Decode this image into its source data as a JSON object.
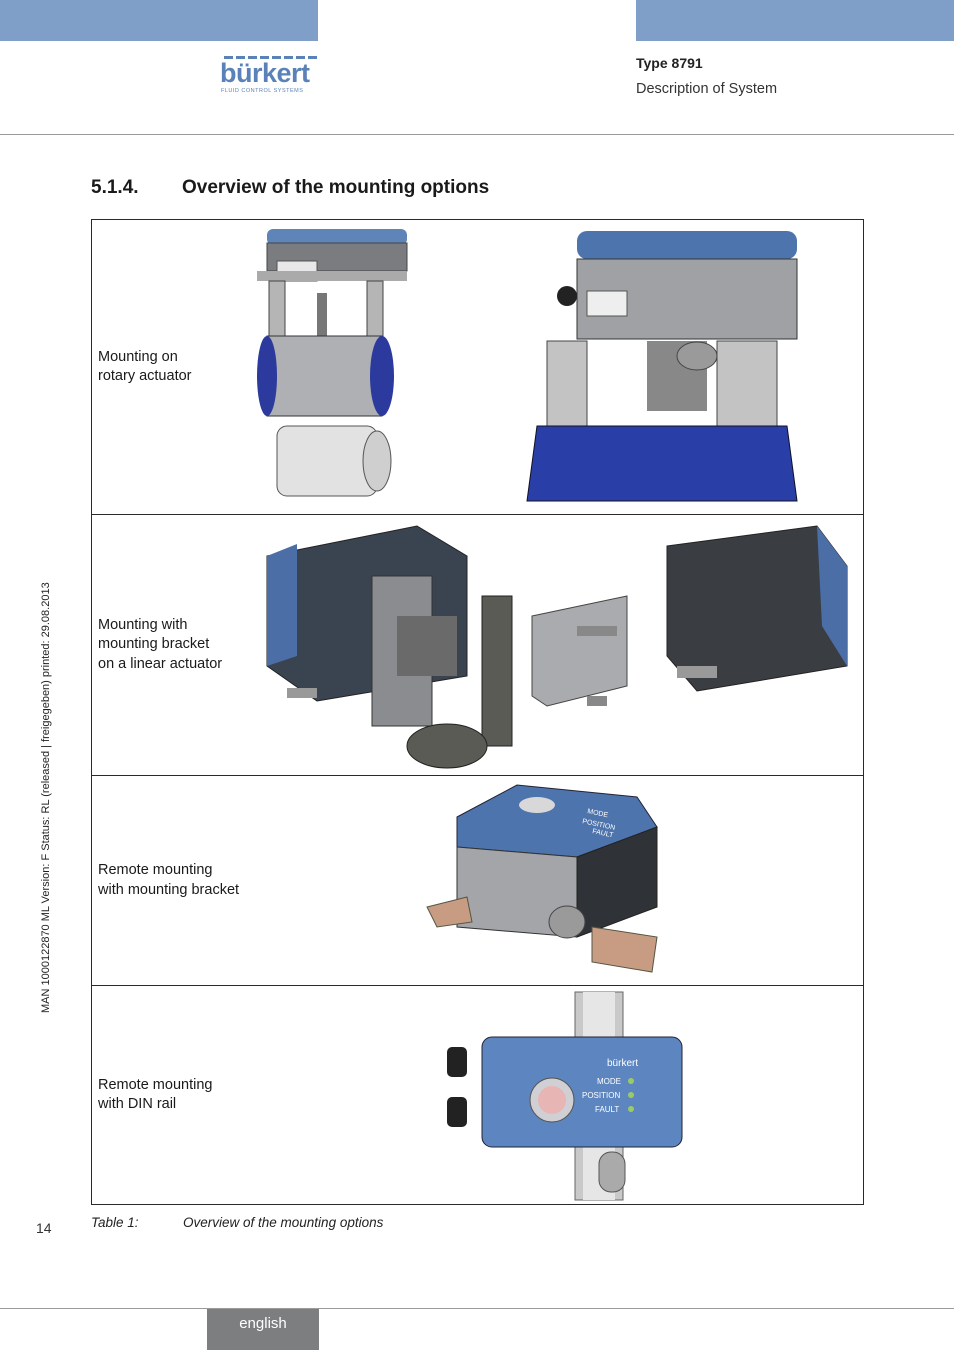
{
  "header": {
    "brand": "bürkert",
    "brand_tagline": "FLUID CONTROL SYSTEMS",
    "doc_type": "Type 8791",
    "doc_subtitle": "Description of System",
    "accent_color": "#7f9ec8"
  },
  "section": {
    "number": "5.1.4.",
    "title": "Overview of the mounting options"
  },
  "table": {
    "rows": [
      {
        "lines": [
          "Mounting on",
          "rotary actuator"
        ]
      },
      {
        "lines": [
          "Mounting with",
          "mounting bracket",
          "on a linear actuator"
        ]
      },
      {
        "lines": [
          "Remote mounting",
          "with mounting bracket"
        ]
      },
      {
        "lines": [
          "Remote mounting",
          "with DIN rail"
        ]
      }
    ],
    "caption_number": "Table 1:",
    "caption_text": "Overview of the mounting options"
  },
  "illustration_labels": {
    "mode": "MODE",
    "position": "POSITION",
    "fault": "FAULT",
    "brand": "bürkert"
  },
  "side_meta": "MAN  1000122870  ML  Version: F  Status: RL (released | freigegeben)  printed: 29.08.2013",
  "footer": {
    "page_number": "14",
    "language": "english",
    "language_tab_color": "#7c7e80"
  }
}
